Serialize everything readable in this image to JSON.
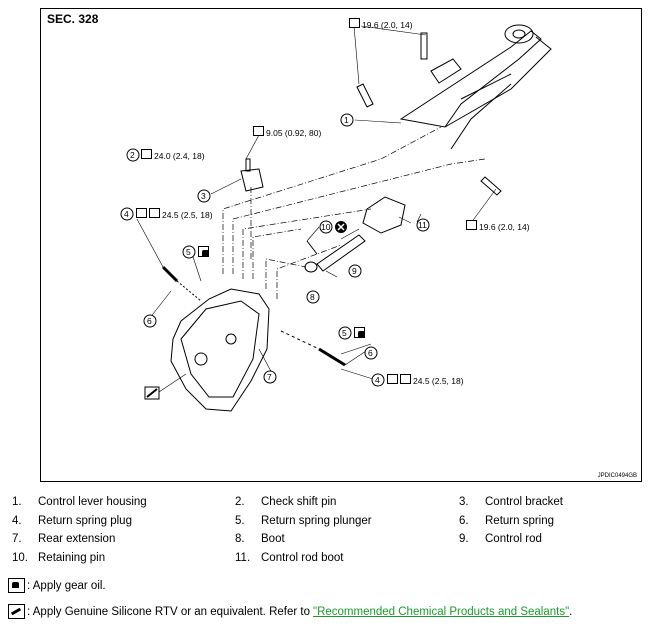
{
  "section_label": "SEC. 328",
  "figure_id": "JPDIC0494GB",
  "callouts": {
    "torque_top": "19.6 (2.0, 14)",
    "torque_bracket": "9.05 (0.92, 80)",
    "torque_plug_upper": "24.0 (2.4, 18)",
    "torque_right": "19.6 (2.0, 14)",
    "torque_rear_upper": "24.5 (2.5, 18)",
    "torque_rear_lower": "24.5 (2.5, 18)",
    "num": [
      "1",
      "2",
      "3",
      "4",
      "5",
      "6",
      "7",
      "8",
      "9",
      "10",
      "11"
    ]
  },
  "parts": [
    {
      "no": "1.",
      "name": "Control lever housing"
    },
    {
      "no": "2.",
      "name": "Check shift pin"
    },
    {
      "no": "3.",
      "name": "Control bracket"
    },
    {
      "no": "4.",
      "name": "Return spring plug"
    },
    {
      "no": "5.",
      "name": "Return spring plunger"
    },
    {
      "no": "6.",
      "name": "Return spring"
    },
    {
      "no": "7.",
      "name": "Rear extension"
    },
    {
      "no": "8.",
      "name": "Boot"
    },
    {
      "no": "9.",
      "name": "Control rod"
    },
    {
      "no": "10.",
      "name": "Retaining pin"
    },
    {
      "no": "11.",
      "name": "Control rod boot"
    }
  ],
  "notes": {
    "gear_oil": ": Apply gear oil.",
    "rtv_text": ": Apply Genuine Silicone RTV or an equivalent. Refer to",
    "rtv_link": "\"Recommended Chemical Products and Sealants\"",
    "rtv_end": "."
  },
  "icons": {
    "torque": "torque-wrench-icon",
    "oil": "oil-can-icon",
    "rtv": "sealant-tube-icon",
    "discard": "do-not-reuse-icon"
  },
  "colors": {
    "link": "#1a9b2c"
  }
}
